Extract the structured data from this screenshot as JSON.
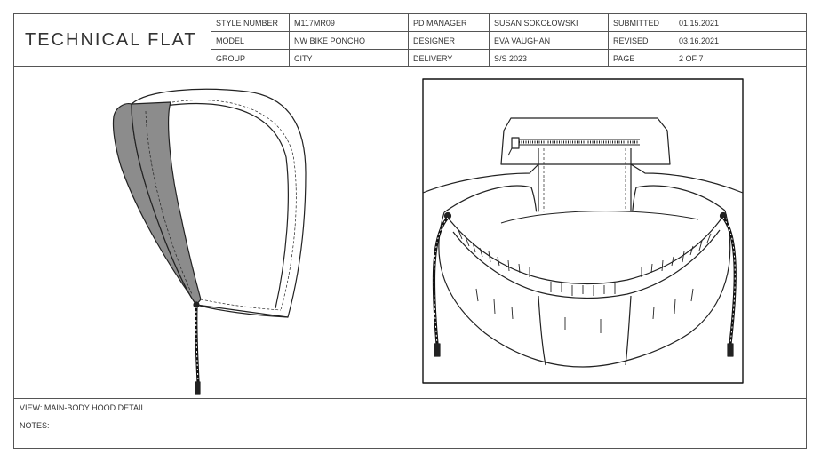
{
  "sheet_title": "TECHNICAL FLAT",
  "header": {
    "style_number_label": "STYLE NUMBER",
    "style_number": "M117MR09",
    "pd_manager_label": "PD MANAGER",
    "pd_manager": "SUSAN SOKOŁOWSKI",
    "submitted_label": "SUBMITTED",
    "submitted": "01.15.2021",
    "model_label": "MODEL",
    "model": "NW BIKE PONCHO",
    "designer_label": "DESIGNER",
    "designer": "EVA VAUGHAN",
    "revised_label": "REVISED",
    "revised": "03.16.2021",
    "group_label": "GROUP",
    "group": "CITY",
    "delivery_label": "DELIVERY",
    "delivery": "S/S 2023",
    "page_label": "PAGE",
    "page": "2 OF 7"
  },
  "footer": {
    "view": "VIEW: MAIN-BODY HOOD DETAIL",
    "notes": "NOTES:"
  },
  "colors": {
    "lining_gray": "#8c8c8c",
    "line": "#222222"
  }
}
